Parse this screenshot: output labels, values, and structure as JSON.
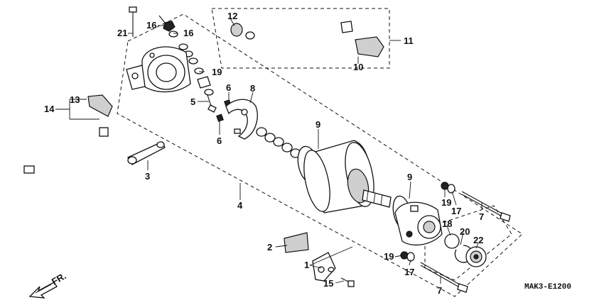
{
  "diagram": {
    "part_labels": [
      "1",
      "2",
      "3",
      "4",
      "5",
      "6",
      "6",
      "7",
      "7",
      "8",
      "9",
      "9",
      "10",
      "11",
      "12",
      "13",
      "14",
      "15",
      "16",
      "16",
      "17",
      "17",
      "18",
      "19",
      "19",
      "19",
      "20",
      "21",
      "22"
    ],
    "direction_label": "FR.",
    "diagram_code": "MAK3-E1200"
  }
}
